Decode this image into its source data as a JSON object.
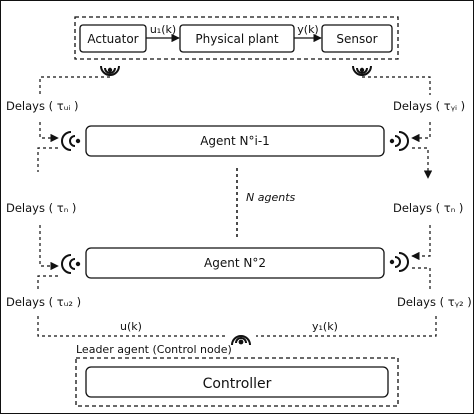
{
  "plant": {
    "actuator": "Actuator",
    "physical_plant": "Physical plant",
    "sensor": "Sensor",
    "u_signal": "u₁(k)",
    "y_signal": "y(k)"
  },
  "agents": {
    "agent_top": "Agent N°i-1",
    "agent_bottom": "Agent N°2",
    "n_agents": "N agents"
  },
  "delays": {
    "left_top": "Delays ( τᵤᵢ )",
    "right_top": "Delays ( τᵧᵢ )",
    "left_mid": "Delays ( τₙ )",
    "right_mid": "Delays ( τₙ )",
    "left_bottom": "Delays ( τᵤ₂ )",
    "right_bottom": "Delays ( τᵧ₂ )"
  },
  "leader": {
    "u_label": "u(k)",
    "y_label": "y₁(k)",
    "title": "Leader agent (Control node)",
    "controller": "Controller"
  }
}
